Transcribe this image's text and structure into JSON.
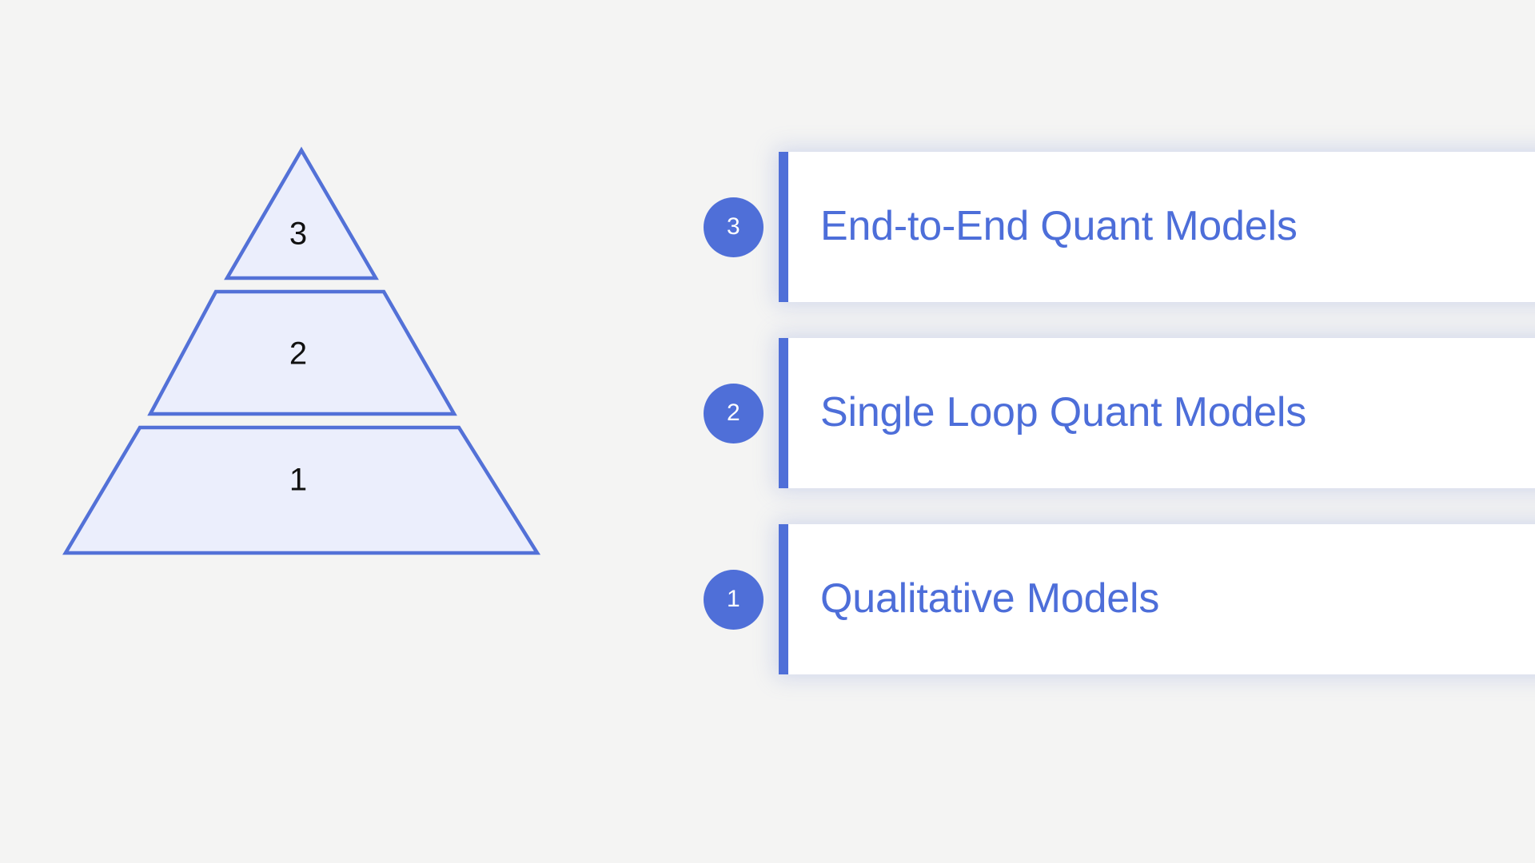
{
  "theme": {
    "background": "#f4f4f3",
    "accent": "#4f6fd8",
    "card_background": "#ffffff",
    "pyramid_fill": "#ebeefc",
    "pyramid_stroke": "#5371d7",
    "label_text_color": "#4d6ed9",
    "tier_number_color": "#111111",
    "badge_text_color": "#ffffff"
  },
  "pyramid": {
    "name": "three-tier-pyramid",
    "tiers": [
      {
        "number": "3",
        "position": "top"
      },
      {
        "number": "2",
        "position": "middle"
      },
      {
        "number": "1",
        "position": "bottom"
      }
    ]
  },
  "legend": {
    "items": [
      {
        "number": "3",
        "label": "End-to-End Quant Models"
      },
      {
        "number": "2",
        "label": "Single Loop Quant Models"
      },
      {
        "number": "1",
        "label": "Qualitative Models"
      }
    ]
  },
  "chart_data": {
    "type": "pyramid",
    "title": "",
    "levels": [
      {
        "rank": 3,
        "label": "End-to-End Quant Models",
        "tier_label": "3"
      },
      {
        "rank": 2,
        "label": "Single Loop Quant Models",
        "tier_label": "2"
      },
      {
        "rank": 1,
        "label": "Qualitative Models",
        "tier_label": "1"
      }
    ],
    "order": "bottom-to-top",
    "legend_position": "right"
  }
}
